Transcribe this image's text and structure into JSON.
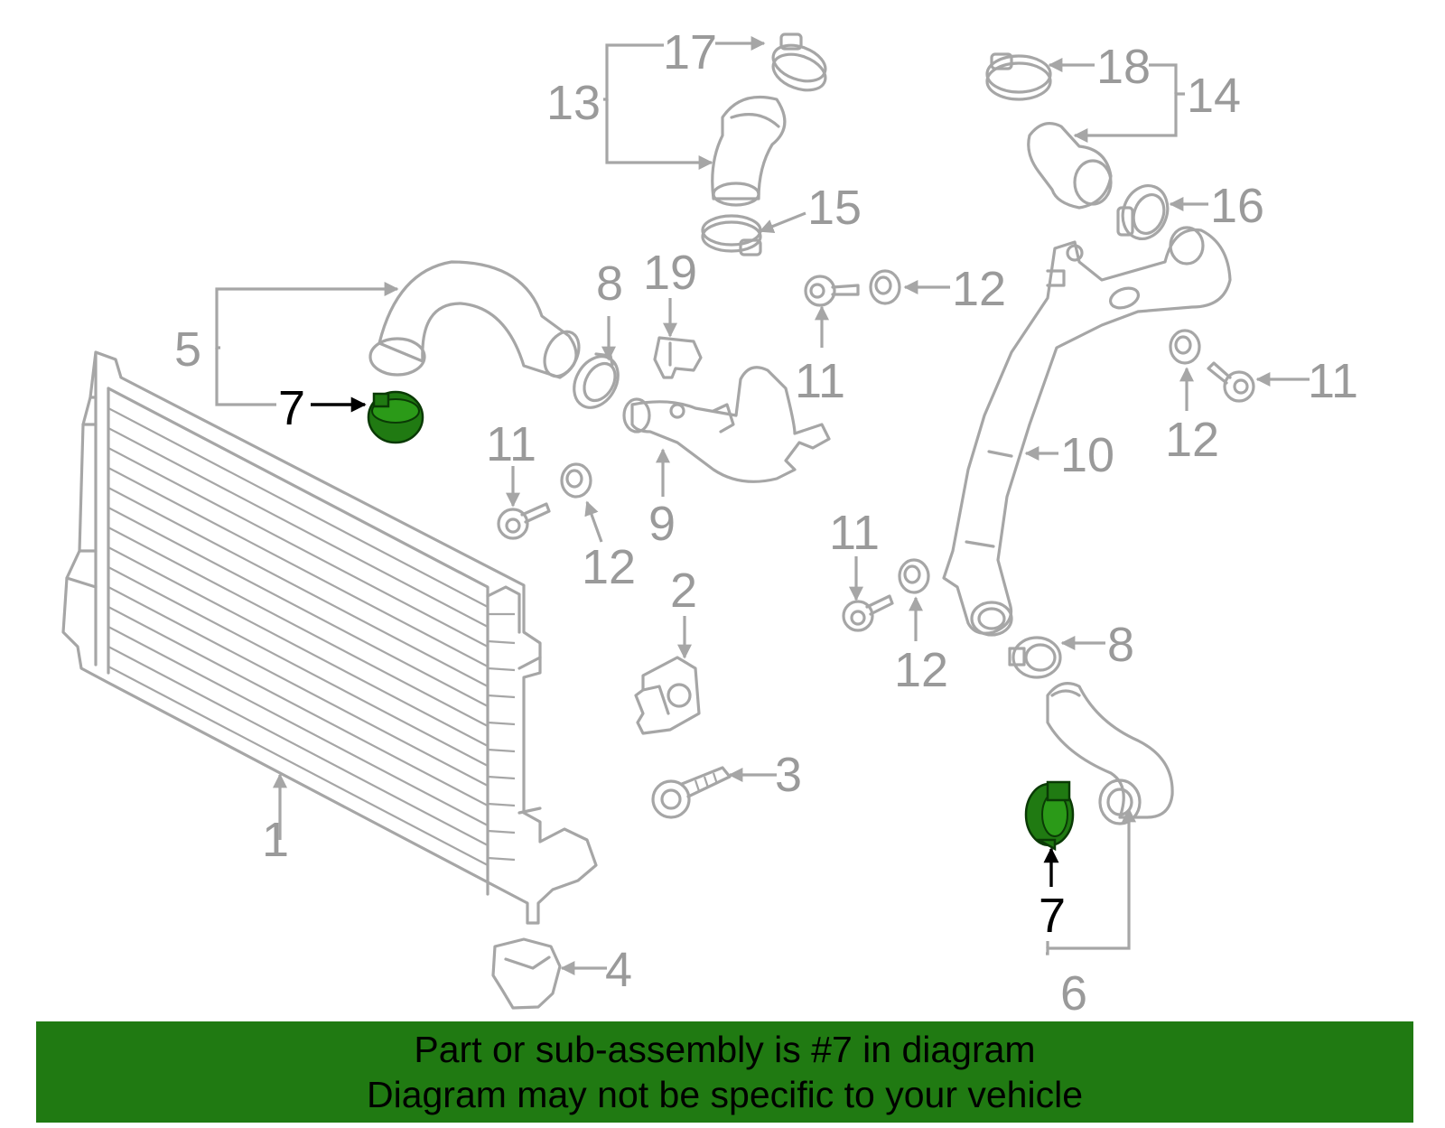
{
  "callouts": {
    "c1": "1",
    "c2": "2",
    "c3": "3",
    "c4": "4",
    "c5": "5",
    "c6": "6",
    "c7a": "7",
    "c7b": "7",
    "c8a": "8",
    "c8b": "8",
    "c9": "9",
    "c10": "10",
    "c11a": "11",
    "c11b": "11",
    "c11c": "11",
    "c11d": "11",
    "c12a": "12",
    "c12b": "12",
    "c12c": "12",
    "c12d": "12",
    "c13": "13",
    "c14": "14",
    "c15": "15",
    "c16": "16",
    "c17": "17",
    "c18": "18",
    "c19": "19"
  },
  "banner": {
    "line1": "Part or sub-assembly is #7 in diagram",
    "line2": "Diagram may not be specific to your vehicle"
  },
  "colors": {
    "highlight": "#207a12",
    "line_art": "#a6a6a6",
    "callout_text": "#9a9a9a"
  }
}
